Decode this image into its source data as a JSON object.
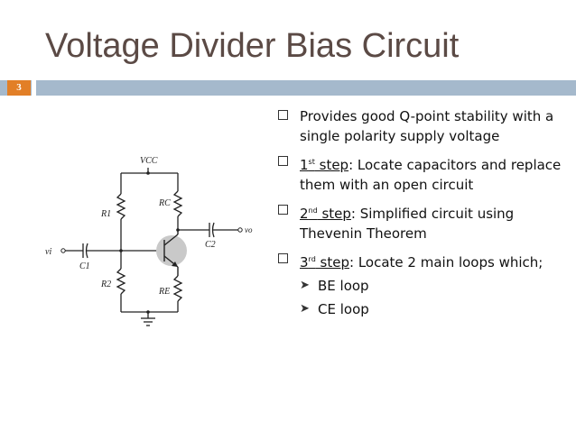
{
  "slide": {
    "title": "Voltage Divider Bias Circuit",
    "page_number": "3"
  },
  "diagram": {
    "labels": {
      "vcc": "VCC",
      "r1": "R1",
      "rc": "RC",
      "r2": "R2",
      "re": "RE",
      "c1": "C1",
      "c2": "C2",
      "vi": "vi",
      "vo": "vo"
    }
  },
  "bullets": [
    {
      "text": "Provides good Q-point stability with a single polarity supply voltage"
    },
    {
      "step_prefix": "1",
      "sup": "st",
      "step_word": " step",
      "text": ": Locate capacitors and replace them with an open circuit"
    },
    {
      "step_prefix": "2",
      "sup": "nd",
      "step_word": " step",
      "text": ": Simplified circuit using Thevenin Theorem"
    },
    {
      "step_prefix": "3",
      "sup": "rd",
      "step_word": " step",
      "text": ": Locate  2 main loops which;"
    }
  ],
  "sub_bullets": [
    {
      "text": "BE loop"
    },
    {
      "text": "CE loop"
    }
  ],
  "colors": {
    "title": "#5b4a45",
    "rule": "#a5b9cc",
    "badge": "#e27f27"
  }
}
